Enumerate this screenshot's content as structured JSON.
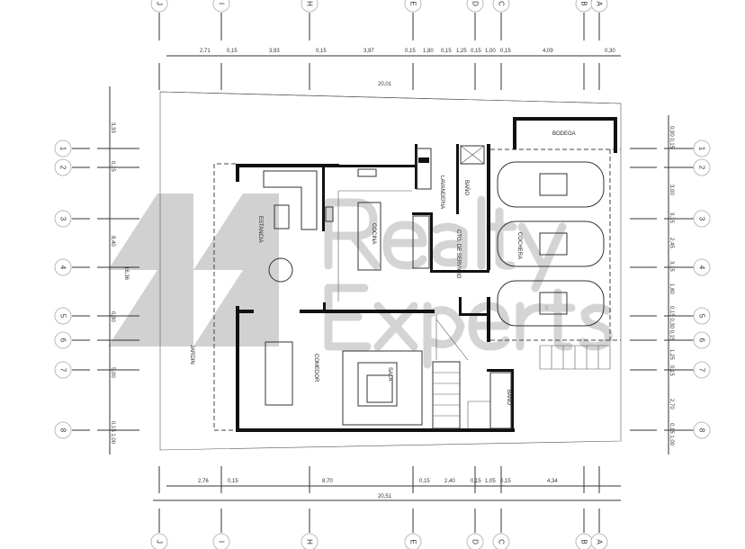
{
  "grid_axes": {
    "columns": [
      "J",
      "I",
      "H",
      "E",
      "D",
      "C",
      "B",
      "A"
    ],
    "rows": [
      "1",
      "2",
      "3",
      "4",
      "5",
      "6",
      "7",
      "8"
    ]
  },
  "dimensions": {
    "top": [
      "2,71",
      "0,15",
      "3,93",
      "0,15",
      "3,97",
      "0,15",
      "1,80",
      "0,15",
      "1,25",
      "0,15",
      "1,00",
      "0,15",
      "4,09",
      "0,30"
    ],
    "top_total": "20,01",
    "bottom": [
      "2,76",
      "0,15",
      "8,70",
      "0,15",
      "2,40",
      "0,15",
      "1,05",
      "0,15",
      "4,34"
    ],
    "bottom_total": "20,51",
    "left": [
      "3,33",
      "0,15",
      "8,40",
      "0,30",
      "5,00",
      "0,15 1,00"
    ],
    "left_total": "16,36",
    "right": [
      "0,90 0,15",
      "3,00",
      "3,15",
      "2,45",
      "3,15",
      "1,80",
      "0,15 0,30 0,15",
      "1,25",
      "0,15",
      "2,70",
      "0,15 1,00"
    ]
  },
  "rooms": {
    "bodega": "BODEGA",
    "lavanderia": "LAVANDERIA",
    "bano_servicio": "BAÑO",
    "cto_servicio": "CTO. DE SERVICIO",
    "cochera": "COCHERA",
    "estancia": "ESTANCIA",
    "cocina": "COCINA",
    "jardin": "JARDIN",
    "comedor": "COMEDOR",
    "sala": "SALA",
    "bano": "BAÑO"
  },
  "watermark": "Realty Experts"
}
